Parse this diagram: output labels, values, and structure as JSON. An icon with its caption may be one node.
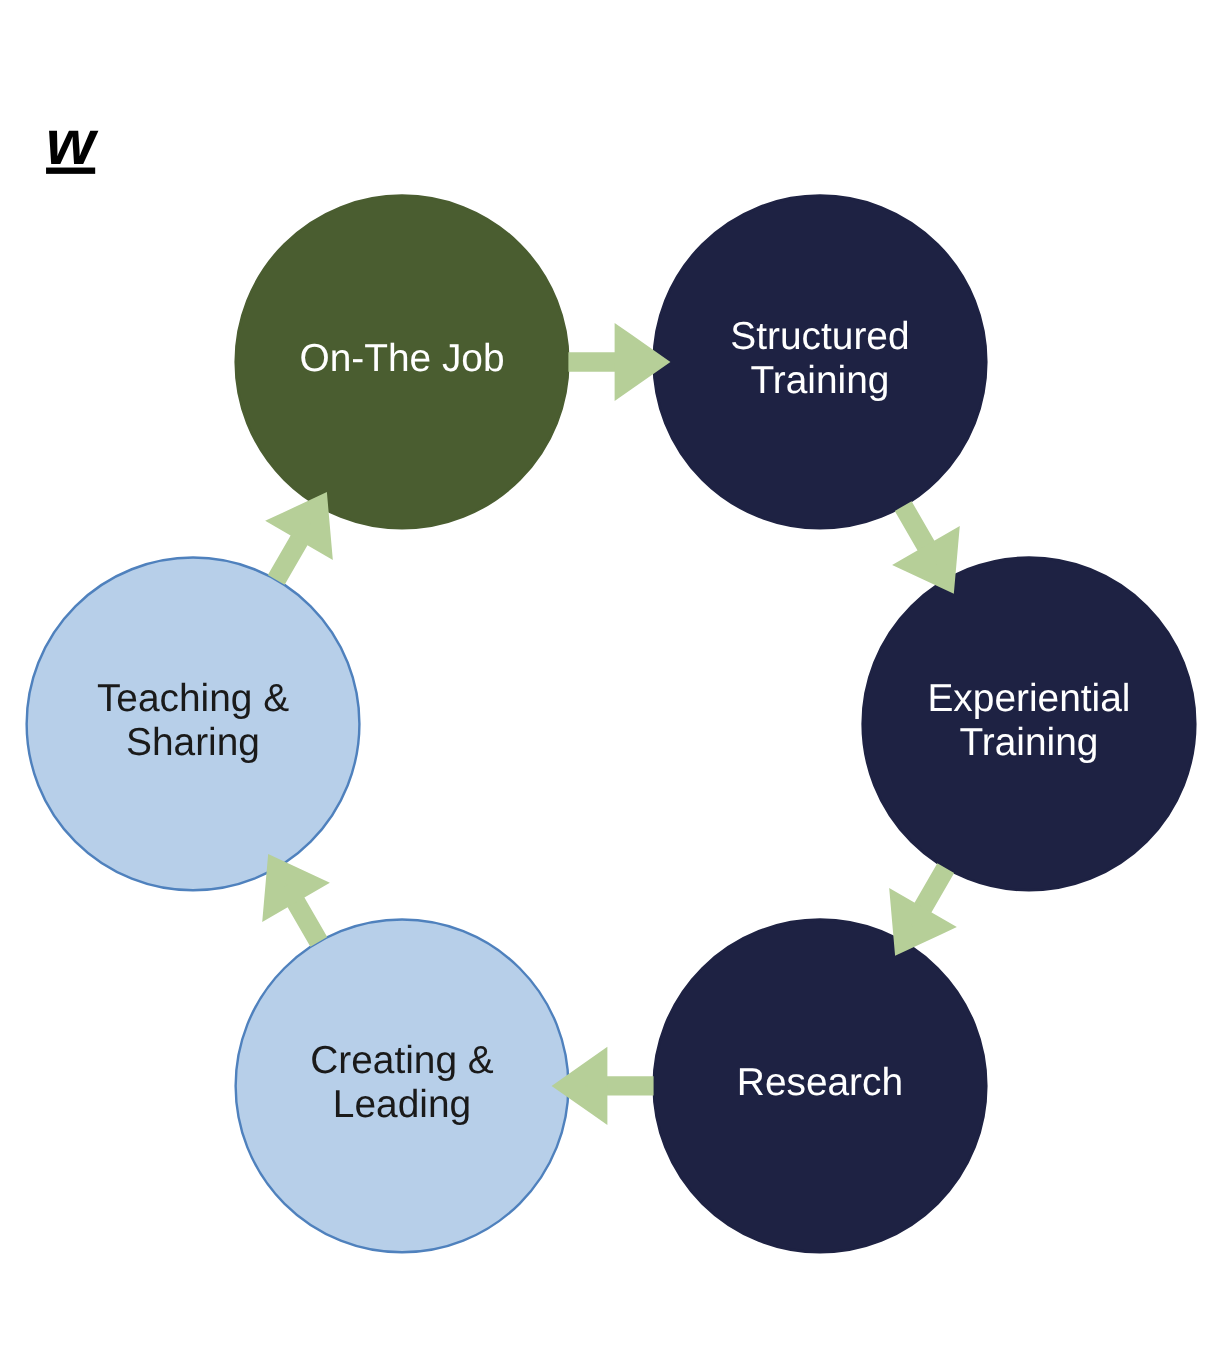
{
  "diagram": {
    "title": "w",
    "nodes": [
      {
        "text": [
          "Research"
        ]
      },
      {
        "text": [
          "Creating & Leading"
        ]
      },
      {
        "text": [
          "Teaching & Sharing"
        ]
      },
      {
        "text": [
          "On-The Job"
        ]
      },
      {
        "text": [
          "Structured Training"
        ]
      },
      {
        "text": [
          "Experiential Training"
        ]
      }
    ],
    "edges": [
      {
        "from": 0,
        "to": 1,
        "arrow": "to"
      },
      {
        "from": 1,
        "to": 2,
        "arrow": "to"
      },
      {
        "from": 2,
        "to": 3,
        "arrow": "to"
      },
      {
        "from": 3,
        "to": 4,
        "arrow": "to"
      },
      {
        "from": 4,
        "to": 5,
        "arrow": "to"
      },
      {
        "from": 5,
        "to": 0,
        "arrow": "to"
      }
    ]
  }
}
